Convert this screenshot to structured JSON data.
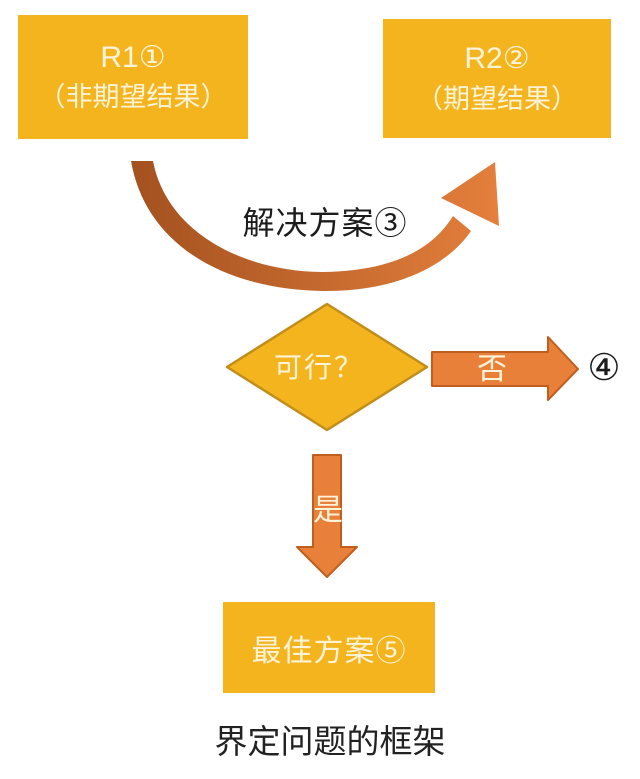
{
  "diagram": {
    "caption": "界定问题的框架",
    "r1": {
      "title": "R1①",
      "subtitle": "（非期望结果）"
    },
    "r2": {
      "title": "R2②",
      "subtitle": "（期望结果）"
    },
    "solution_arrow_label": "解决方案③",
    "decision": {
      "label": "可行？"
    },
    "branch_no": {
      "label": "否",
      "result": "④"
    },
    "branch_yes": {
      "label": "是"
    },
    "best_solution": {
      "label": "最佳方案⑤"
    },
    "colors": {
      "background": "#FFFFFF",
      "shape_fill": "#F4B41E",
      "shape_text": "#FCF3D9",
      "diamond_stroke": "#C18E1B",
      "arrow_fill": "#E9803A",
      "arrow_stroke": "#C05E1F",
      "curve_gradient_start": "#A3511F",
      "curve_gradient_end": "#E8823E",
      "label_text": "#1C1C1C"
    }
  }
}
